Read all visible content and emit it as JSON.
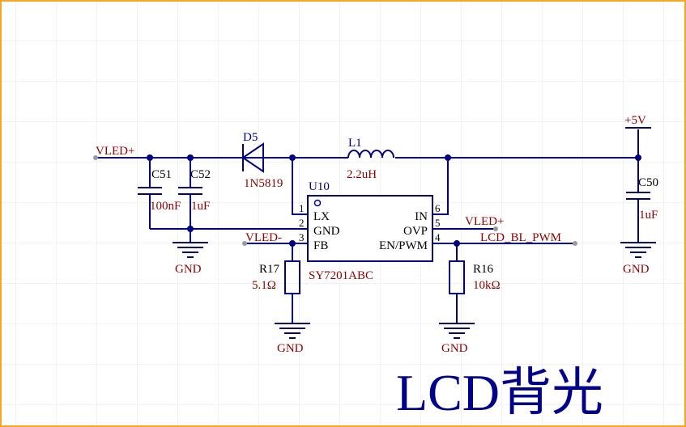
{
  "net_labels": {
    "vled_plus_left": "VLED+",
    "vled_plus_right": "VLED+",
    "vled_minus": "VLED-",
    "lcd_bl_pwm": "LCD_BL_PWM",
    "plus5v": "+5V"
  },
  "components": {
    "c51": {
      "ref": "C51",
      "value": "100nF"
    },
    "c52": {
      "ref": "C52",
      "value": "1uF"
    },
    "c50": {
      "ref": "C50",
      "value": "1uF"
    },
    "d5": {
      "ref": "D5",
      "value": "1N5819"
    },
    "l1": {
      "ref": "L1",
      "value": "2.2uH"
    },
    "u10": {
      "ref": "U10",
      "value": "SY7201ABC",
      "pins": [
        {
          "num": "1",
          "name": "LX"
        },
        {
          "num": "2",
          "name": "GND"
        },
        {
          "num": "3",
          "name": "FB"
        },
        {
          "num": "6",
          "name": "IN"
        },
        {
          "num": "5",
          "name": "OVP"
        },
        {
          "num": "4",
          "name": "EN/PWM"
        }
      ]
    },
    "r17": {
      "ref": "R17",
      "value": "5.1Ω"
    },
    "r16": {
      "ref": "R16",
      "value": "10kΩ"
    }
  },
  "gnd_labels": {
    "g1": "GND",
    "g2": "GND",
    "g3": "GND",
    "g4": "GND"
  },
  "title": "LCD背光",
  "colors": {
    "wire": "#000080",
    "label_red": "#8b0000",
    "title_blue": "#00008b",
    "border": "#f5a623",
    "grid": "#e6e6e6"
  }
}
